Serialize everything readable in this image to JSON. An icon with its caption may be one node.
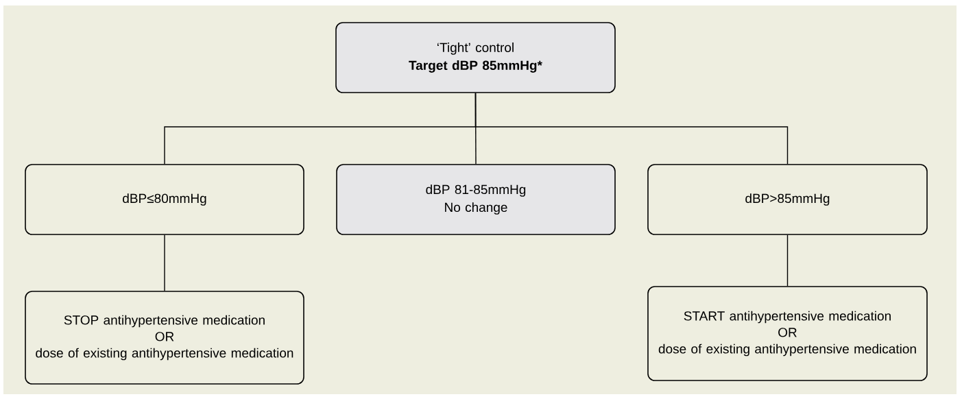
{
  "diagram": {
    "nodes": [
      {
        "text": [
          "‘Tight’ control",
          "Target dBP 85mmHg*"
        ]
      },
      {
        "text": [
          "dBP≤80mmHg"
        ]
      },
      {
        "text": [
          "dBP 81-85mmHg",
          "No change"
        ]
      },
      {
        "text": [
          "dBP>85mmHg"
        ]
      },
      {
        "text": [
          "STOP antihypertensive medication",
          "OR",
          "dose of existing antihypertensive medication"
        ]
      },
      {
        "text": [
          "START antihypertensive medication",
          "OR",
          "dose of existing antihypertensive medication"
        ]
      }
    ],
    "edges": [
      {
        "from": 0,
        "to": 1,
        "arrow": "none"
      },
      {
        "from": 0,
        "to": 2,
        "arrow": "none"
      },
      {
        "from": 0,
        "to": 3,
        "arrow": "none"
      },
      {
        "from": 1,
        "to": 4,
        "arrow": "none"
      },
      {
        "from": 3,
        "to": 5,
        "arrow": "none"
      }
    ]
  }
}
